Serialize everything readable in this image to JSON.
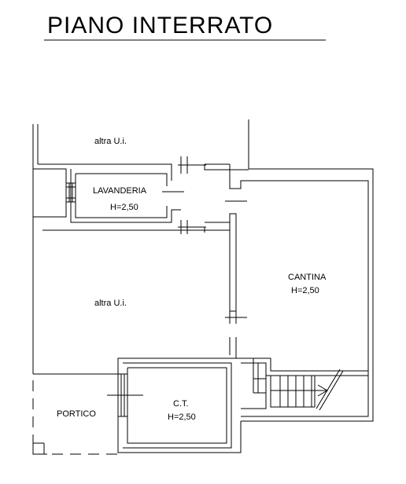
{
  "title": "PIANO  INTERRATO",
  "rooms": {
    "altra_top": {
      "name": "altra U.i."
    },
    "lavanderia": {
      "name": "LAVANDERIA",
      "height": "H=2,50"
    },
    "cantina": {
      "name": "CANTINA",
      "height": "H=2,50"
    },
    "altra_mid": {
      "name": "altra U.i."
    },
    "portico": {
      "name": "PORTICO"
    },
    "ct": {
      "name": "C.T.",
      "height": "H=2,50"
    }
  }
}
